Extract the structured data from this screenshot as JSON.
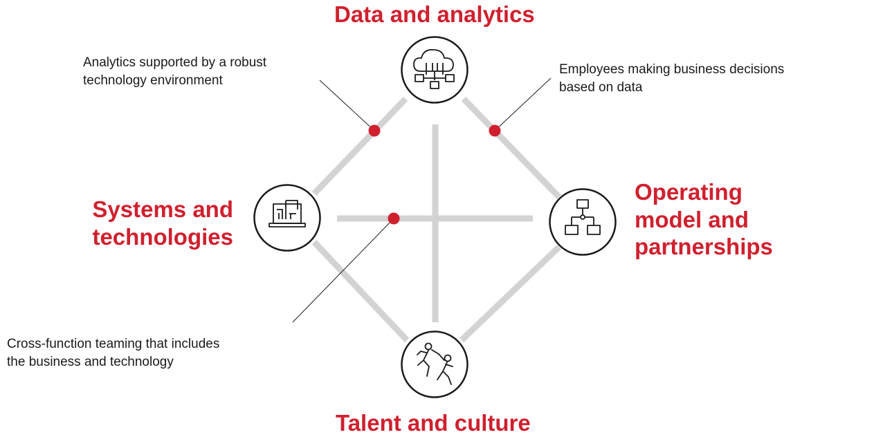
{
  "pillars": {
    "top": "Data and analytics",
    "left": [
      "Systems and",
      "technologies"
    ],
    "right": [
      "Operating",
      "model and",
      "partnerships"
    ],
    "bottom": "Talent and culture"
  },
  "notes": {
    "analytics": [
      "Analytics supported by a robust",
      "technology environment"
    ],
    "employees": [
      "Employees making business decisions",
      "based on data"
    ],
    "crossfunction": [
      "Cross-function teaming that includes",
      "the business and technology"
    ]
  },
  "colors": {
    "accent": "#d0202e",
    "connector": "#d3d3d3",
    "outline": "#1a1a1a"
  },
  "icons": {
    "top": "cloud-network-icon",
    "left": "laptop-icon",
    "right": "org-chart-icon",
    "bottom": "climbers-icon"
  }
}
